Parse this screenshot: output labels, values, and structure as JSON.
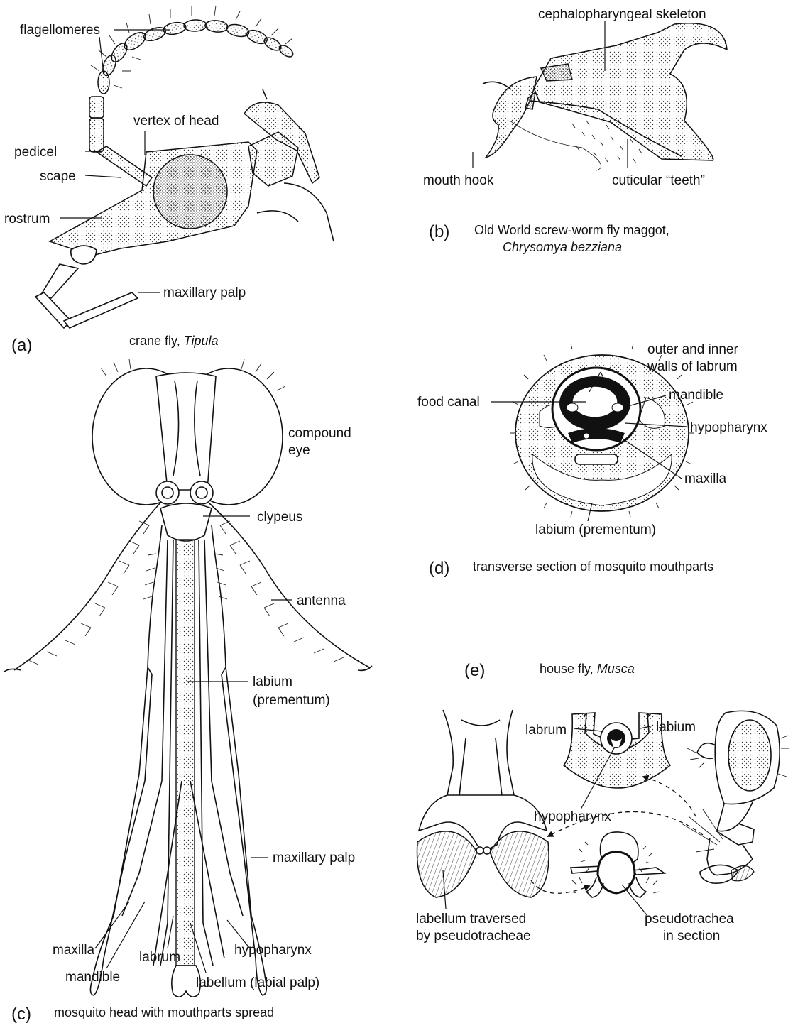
{
  "panels": {
    "a": {
      "letter": "(a)",
      "caption_prefix": "crane fly, ",
      "caption_italic": "Tipula",
      "labels": {
        "flagellomeres": "flagellomeres",
        "vertex": "vertex of head",
        "pedicel": "pedicel",
        "scape": "scape",
        "rostrum": "rostrum",
        "maxillary_palp": "maxillary palp"
      }
    },
    "b": {
      "letter": "(b)",
      "caption_line1": "Old World screw-worm fly maggot,",
      "caption_line2_italic": "Chrysomya bezziana",
      "labels": {
        "cephalopharyngeal": "cephalopharyngeal skeleton",
        "mouth_hook": "mouth hook",
        "cuticular_teeth": "cuticular “teeth”"
      }
    },
    "c": {
      "letter": "(c)",
      "caption": "mosquito head with mouthparts spread",
      "labels": {
        "compound_eye_1": "compound",
        "compound_eye_2": "eye",
        "clypeus": "clypeus",
        "antenna": "antenna",
        "labium_1": "labium",
        "labium_2": "(prementum)",
        "maxillary_palp": "maxillary palp",
        "maxilla": "maxilla",
        "mandible": "mandible",
        "labrum": "labrum",
        "hypopharynx": "hypopharynx",
        "labellum": "labellum (labial palp)"
      }
    },
    "d": {
      "letter": "(d)",
      "caption": "transverse section of mosquito mouthparts",
      "labels": {
        "outer_inner_1": "outer and inner",
        "outer_inner_2": "walls of labrum",
        "food_canal": "food canal",
        "mandible": "mandible",
        "hypopharynx": "hypopharynx",
        "maxilla": "maxilla",
        "labium": "labium (prementum)"
      }
    },
    "e": {
      "letter": "(e)",
      "caption_prefix": "house fly, ",
      "caption_italic": "Musca",
      "labels": {
        "labrum": "labrum",
        "labium": "labium",
        "hypopharynx": "hypopharynx",
        "labellum_1": "labellum traversed",
        "labellum_2": "by pseudotracheae",
        "pseudotrachea_1": "pseudotrachea",
        "pseudotrachea_2": "in section"
      }
    }
  }
}
